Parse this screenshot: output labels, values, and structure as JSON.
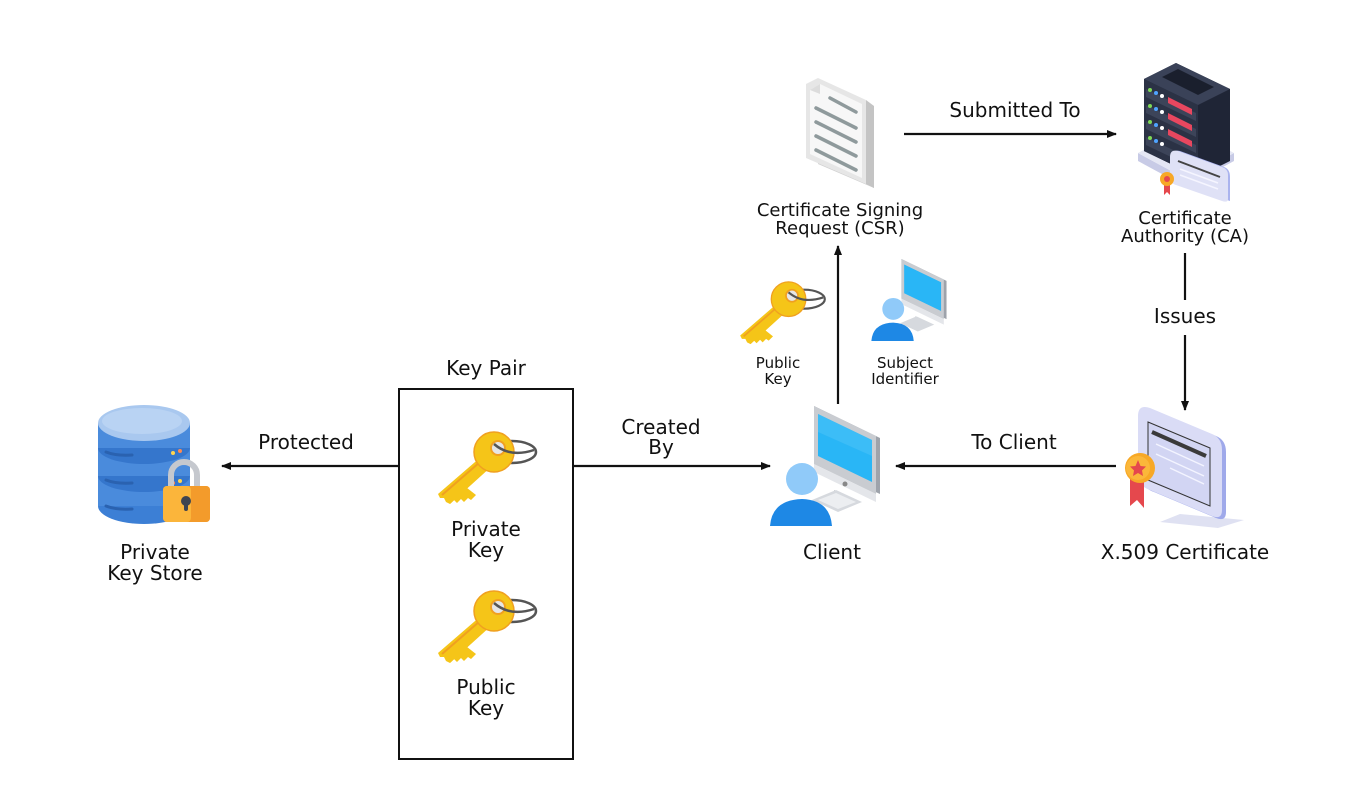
{
  "diagram": {
    "title": "Certificate issuance flow",
    "nodes": {
      "private_key_store": {
        "label_lines": [
          "Private",
          "Key Store"
        ],
        "icon": "database-lock-icon"
      },
      "key_pair": {
        "title": "Key Pair",
        "private_key": {
          "label_lines": [
            "Private",
            "Key"
          ],
          "icon": "key-icon"
        },
        "public_key": {
          "label_lines": [
            "Public",
            "Key"
          ],
          "icon": "key-icon"
        }
      },
      "client": {
        "label": "Client",
        "icon": "user-computer-icon"
      },
      "csr": {
        "label_lines": [
          "Certificate Signing",
          "Request (CSR)"
        ],
        "icon": "document-icon"
      },
      "csr_public_key": {
        "label_lines": [
          "Public",
          "Key"
        ],
        "icon": "key-icon"
      },
      "csr_subject_identifier": {
        "label_lines": [
          "Subject",
          "Identifier"
        ],
        "icon": "user-computer-icon"
      },
      "ca": {
        "label_lines": [
          "Certificate",
          "Authority (CA)"
        ],
        "icon": "server-certificate-icon"
      },
      "x509": {
        "label": "X.509 Certificate",
        "icon": "certificate-icon"
      }
    },
    "edges": {
      "protected": {
        "label": "Protected",
        "from": "key_pair",
        "to": "private_key_store"
      },
      "created_by": {
        "label_lines": [
          "Created",
          "By"
        ],
        "from": "key_pair",
        "to": "client"
      },
      "client_to_csr": {
        "label": "",
        "from": "client",
        "to": "csr"
      },
      "submitted_to": {
        "label": "Submitted To",
        "from": "csr",
        "to": "ca"
      },
      "issues": {
        "label": "Issues",
        "from": "ca",
        "to": "x509"
      },
      "to_client": {
        "label": "To Client",
        "from": "x509",
        "to": "client"
      }
    },
    "colors": {
      "line": "#111111",
      "key_gold": "#f5c518",
      "key_orange": "#f0a020",
      "db_blue": "#4a8bdc",
      "db_light": "#a9c8ef",
      "lock_orange": "#f7a233",
      "screen_blue": "#29b6f6",
      "user_blue": "#1e88e5",
      "user_light": "#90caf9",
      "server_dark": "#2b3245",
      "server_red": "#e8475f",
      "cert_lavender": "#d9dcf5",
      "cert_edge": "#aab3ee",
      "medal_orange": "#f7a826",
      "ribbon_red": "#e5484d"
    }
  }
}
